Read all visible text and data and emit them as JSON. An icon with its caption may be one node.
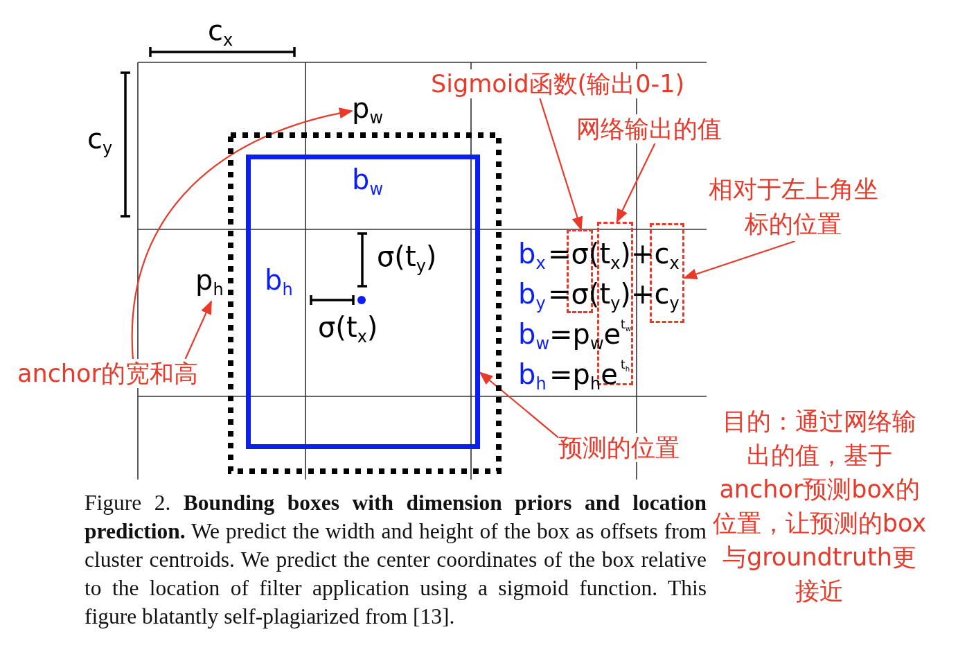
{
  "diagram": {
    "nodes": [
      {
        "text": [
          "Sigmoid函数(输出0-1)"
        ]
      },
      {
        "text": [
          "p$_{w}$"
        ]
      },
      {
        "text": [
          "网络输出的值"
        ]
      },
      {
        "text": [
          "相对于左上角坐标的位置"
        ]
      },
      {
        "text": [],
        "shape": "box"
      },
      {
        "text": [
          "b$_{w}$",
          "b$_{h}$",
          "σ(t$_{y}$)",
          "σ(t$_{x}$)"
        ],
        "in": 4
      },
      {
        "text": [],
        "shape": "box"
      },
      {
        "text": [],
        "shape": "box"
      },
      {
        "text": [],
        "shape": "box"
      },
      {
        "text": [
          "p$_{h}$"
        ]
      },
      {
        "text": [
          "anchor的宽和高"
        ]
      },
      {
        "text": [
          "预测的位置"
        ]
      }
    ],
    "edges": [
      {
        "from": 0,
        "to": 6,
        "arrow": "to"
      },
      {
        "from": 2,
        "to": 7,
        "arrow": "to"
      },
      {
        "from": 3,
        "to": 8,
        "arrow": "to"
      },
      {
        "from": 10,
        "to": 1,
        "arrow": "to"
      },
      {
        "from": 10,
        "to": 9,
        "arrow": "to"
      },
      {
        "from": 11,
        "to": 5,
        "arrow": "to"
      }
    ],
    "labels": [
      "c$_{x}$",
      "c$_{y}$",
      "b$_{x}$",
      "=σ(t$_{x}$)+c$_{x}$",
      "b$_{y}$",
      "=σ(t$_{y}$)+c$_{y}$",
      "b$_{w}$",
      "=p$_{w}$e",
      "t$_{w}$",
      "b$_{h}$",
      "=p$_{h}$e",
      "t$_{h}$",
      "目的：通过网络输出的值，基于anchor预测box的位置，让预测的box与groundtruth更接近"
    ],
    "caption": "Figure 2. **Bounding boxes with dimension priors and location prediction.** We predict the width and height of the box as offsets from cluster centroids. We predict the center coordinates of the box relative to the location of filter application using a sigmoid function. This figure blatantly self-plagiarized from [13]."
  }
}
